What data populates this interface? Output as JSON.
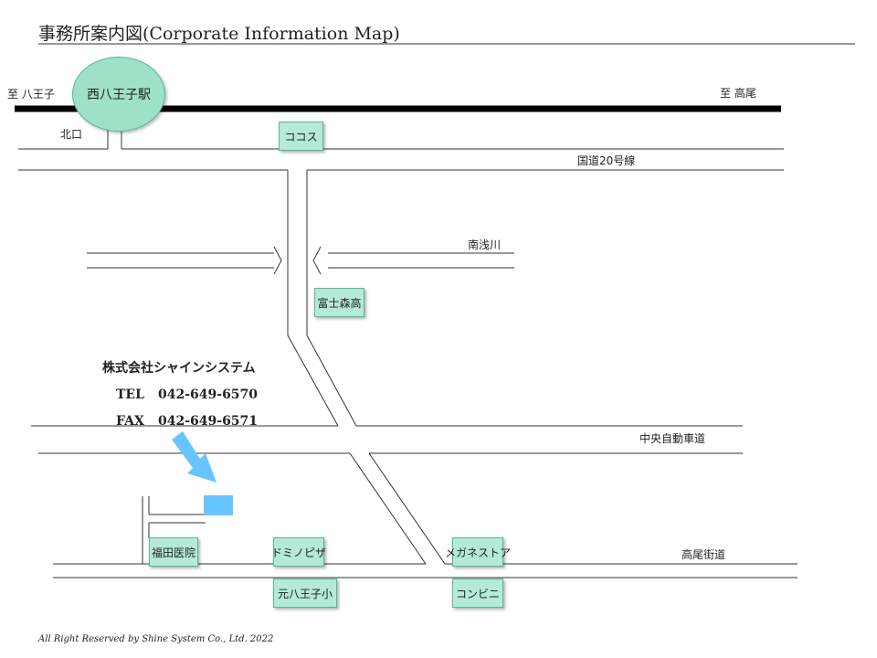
{
  "title": "事務所案内図(Corporate Information Map)",
  "rail": {
    "to_hachioji": "至 八王子",
    "to_takao": "至 高尾",
    "station": "西八王子駅",
    "north_exit": "北口"
  },
  "roads": {
    "route20": "国道20号線",
    "minami_asakawa": "南浅川",
    "chuo_expressway": "中央自動車道",
    "takao_kaido": "高尾街道"
  },
  "landmarks": {
    "coco": "ココス",
    "fujimori_high": "富士森高",
    "fukuda_hospital": "福田医院",
    "dominos_pizza": "ドミノピザ",
    "megane": "メガネストア",
    "moto_hachioji_elem": "元八王子小",
    "convenience": "コンビニ"
  },
  "company": {
    "name": "株式会社シャインシステム",
    "tel_label": "TEL",
    "tel": "042-649-6570",
    "fax_label": "FAX",
    "fax": "042-649-6571"
  },
  "footer": "All Right Reserved by Shine System Co., Ltd. 2022",
  "colors": {
    "landmark_fill": "#b4ead7",
    "station_fill": "#9fe0c8",
    "office_marker": "#66c5ff",
    "arrow": "#66c5ff",
    "rail": "#000000"
  }
}
